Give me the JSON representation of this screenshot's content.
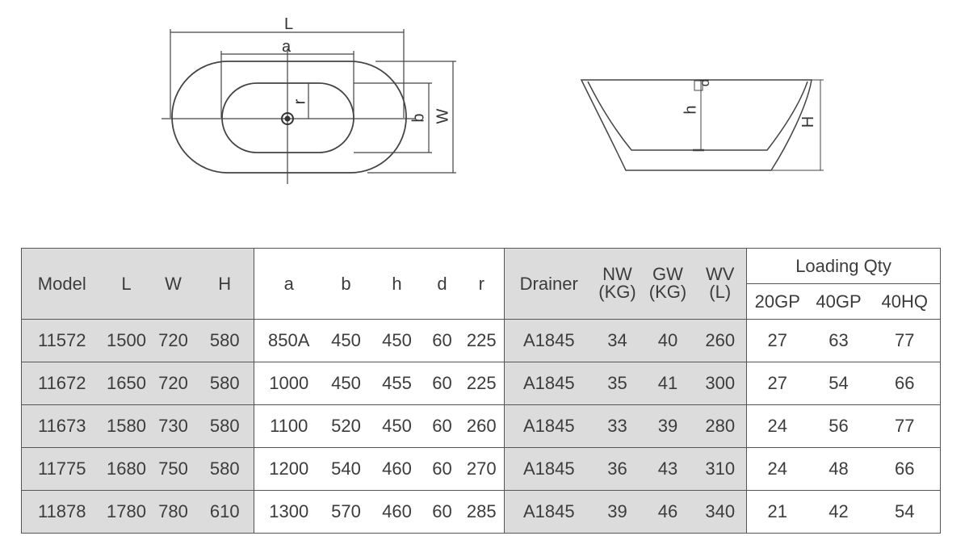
{
  "diagram": {
    "top_view_labels": [
      "L",
      "a",
      "r",
      "b",
      "W"
    ],
    "side_view_labels": [
      "d",
      "h",
      "H"
    ]
  },
  "table": {
    "header": {
      "model": "Model",
      "L": "L",
      "W": "W",
      "H": "H",
      "a": "a",
      "b": "b",
      "h": "h",
      "d": "d",
      "r": "r",
      "drainer": "Drainer",
      "nw": [
        "NW",
        "(KG)"
      ],
      "gw": [
        "GW",
        "(KG)"
      ],
      "wv": [
        "WV",
        "(L)"
      ],
      "loading": "Loading Qty",
      "loading_sub": [
        "20GP",
        "40GP",
        "40HQ"
      ]
    },
    "rows": [
      [
        "11572",
        "1500",
        "720",
        "580",
        "850A",
        "450",
        "450",
        "60",
        "225",
        "A1845",
        "34",
        "40",
        "260",
        "27",
        "63",
        "77"
      ],
      [
        "11672",
        "1650",
        "720",
        "580",
        "1000",
        "450",
        "455",
        "60",
        "225",
        "A1845",
        "35",
        "41",
        "300",
        "27",
        "54",
        "66"
      ],
      [
        "11673",
        "1580",
        "730",
        "580",
        "1100",
        "520",
        "450",
        "60",
        "260",
        "A1845",
        "33",
        "39",
        "280",
        "24",
        "56",
        "77"
      ],
      [
        "11775",
        "1680",
        "750",
        "580",
        "1200",
        "540",
        "460",
        "60",
        "270",
        "A1845",
        "36",
        "43",
        "310",
        "24",
        "48",
        "66"
      ],
      [
        "11878",
        "1780",
        "780",
        "610",
        "1300",
        "570",
        "460",
        "60",
        "285",
        "A1845",
        "39",
        "46",
        "340",
        "21",
        "42",
        "54"
      ]
    ]
  }
}
